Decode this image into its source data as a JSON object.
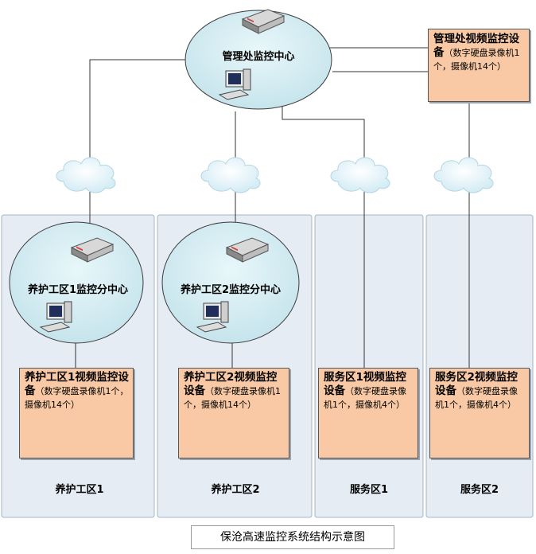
{
  "hq": {
    "label": "管理处监控中心",
    "equipment": {
      "title": "管理处视频监控设",
      "title_tail": "备",
      "note": "（数字硬盘录像机1个，摄像机14个）"
    }
  },
  "zones": [
    {
      "id": "zone-1",
      "label": "养护工区1",
      "hub_label": "养护工区1监控分中心",
      "equip_title": "养护工区1视频监控设备",
      "equip_note": "（数字硬盘录像机1个，摄像机14个）"
    },
    {
      "id": "zone-2",
      "label": "养护工区2",
      "hub_label": "养护工区2监控分中心",
      "equip_title": "养护工区2视频监控设备",
      "equip_note": "（数字硬盘录像机1个，摄像机14个）"
    },
    {
      "id": "zone-3",
      "label": "服务区1",
      "hub_label": "",
      "equip_title": "服务区1视频监控设备",
      "equip_note": "（数字硬盘录像机1个，摄像机4个）"
    },
    {
      "id": "zone-4",
      "label": "服务区2",
      "hub_label": "",
      "equip_title": "服务区2视频监控设备",
      "equip_note": "（数字硬盘录像机1个，摄像机4个）"
    }
  ],
  "caption": "保沧高速监控系统结构示意图",
  "colors": {
    "hub_fill": "#d6eef3",
    "cloud_fill": "#e8f6fb",
    "equip_fill": "#f8c9a4",
    "zone_fill": "#e6ecf4",
    "line": "#333333"
  },
  "icons": [
    "server-icon",
    "computer-icon",
    "camera-icon",
    "cloud-icon"
  ]
}
